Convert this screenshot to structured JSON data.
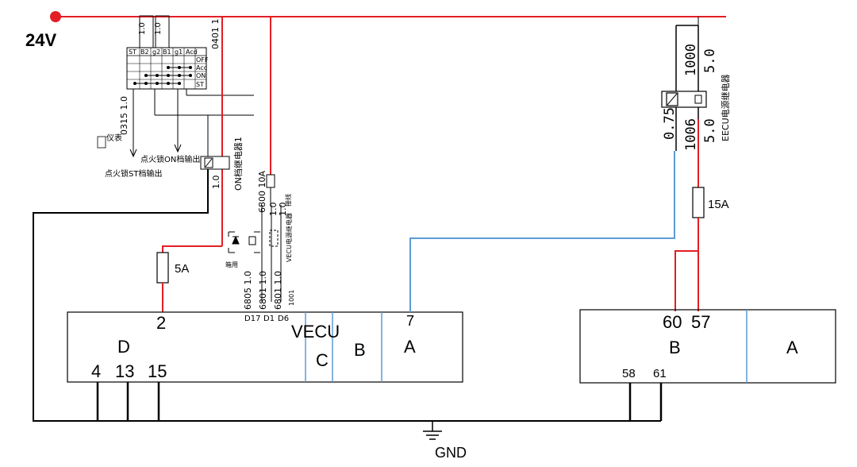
{
  "colors": {
    "power_wire": "#e31e24",
    "signal_wire": "#5b9bd5",
    "ground_wire": "#000000",
    "divider_line": "#5b9bd5"
  },
  "supply": {
    "voltage_label": "24V"
  },
  "ground": {
    "label": "GND"
  },
  "ignition_switch": {
    "top_labels": [
      "1.0",
      "1.0"
    ],
    "header": [
      "ST",
      "B2",
      "g2",
      "B1",
      "g1",
      "Acd"
    ],
    "positions": [
      "OFF",
      "Acc",
      "ON",
      "ST"
    ],
    "wire_label_left": "0315 1.0",
    "wire_label_right": "0401 1",
    "output_on": "点火锁ON档输出",
    "output_st": "点火锁ST档输出",
    "meter_label": "仪表"
  },
  "on_relay": {
    "label": "ON档继电器1",
    "wire": "1.0"
  },
  "vecu_relay": {
    "label": "VECU电源继电器",
    "fuse": "6800 10A",
    "wire_a": "1.0",
    "wire_b": "1.0",
    "side_label": "接线",
    "note": "箱用"
  },
  "wire_numbers": [
    "6805 1.0",
    "6801 1.0",
    "6801 1.0",
    "1001"
  ],
  "fuse_5a": {
    "label": "5A"
  },
  "fuse_15a": {
    "label": "15A"
  },
  "eecu_relay": {
    "label": "EECU电源继电器",
    "wires": [
      "1000",
      "5.0",
      "0.75",
      "1006",
      "5.0"
    ]
  },
  "vecu": {
    "title": "VECU",
    "pin_top_left": "2",
    "connector_pins": [
      "D17",
      "D1",
      "D6"
    ],
    "pin_top_a": "7",
    "section_d": "D",
    "section_c": "C",
    "section_b": "B",
    "section_a": "A",
    "ground_pins": [
      "4",
      "13",
      "15"
    ]
  },
  "eecu": {
    "pins_top": [
      "60",
      "57"
    ],
    "section_b": "B",
    "section_a": "A",
    "ground_pins": [
      "58",
      "61"
    ]
  }
}
